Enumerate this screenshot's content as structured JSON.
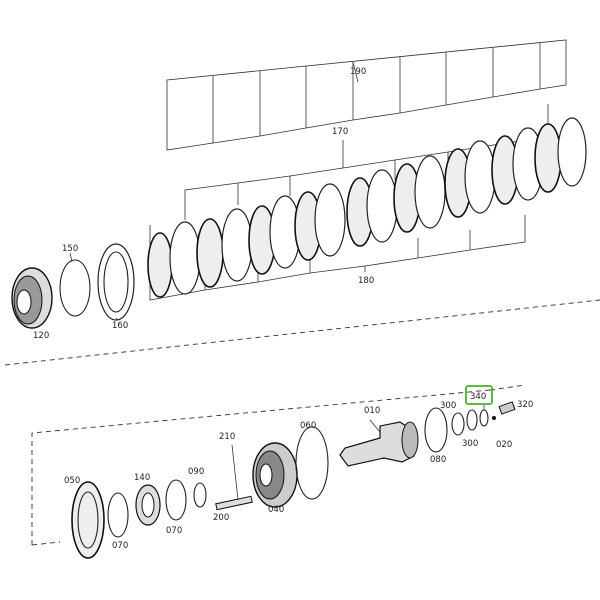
{
  "diagram": {
    "labels": {
      "p190": "190",
      "p170": "170",
      "p180": "180",
      "p150": "150",
      "p160": "160",
      "p120": "120",
      "p340": "340",
      "p300a": "300",
      "p300b": "300",
      "p320": "320",
      "p020": "020",
      "p010": "010",
      "p060": "060",
      "p080": "080",
      "p210": "210",
      "p090": "090",
      "p140": "140",
      "p050": "050",
      "p070a": "070",
      "p070b": "070",
      "p200": "200",
      "p040": "040"
    },
    "highlight_label": "340",
    "highlight_color": "#4caf2a"
  }
}
